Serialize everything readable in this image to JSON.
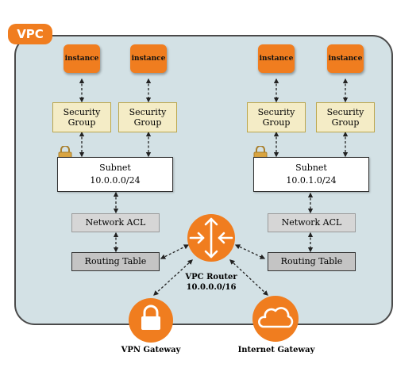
{
  "vpc_label": "VPC",
  "left": {
    "instances": [
      "instance",
      "instance"
    ],
    "security_groups": [
      "Security Group",
      "Security Group"
    ],
    "subnet": {
      "name": "Subnet",
      "cidr": "10.0.0.0/24"
    },
    "network_acl": "Network ACL",
    "routing_table": "Routing Table"
  },
  "right": {
    "instances": [
      "instance",
      "instance"
    ],
    "security_groups": [
      "Security Group",
      "Security Group"
    ],
    "subnet": {
      "name": "Subnet",
      "cidr": "10.0.1.0/24"
    },
    "network_acl": "Network ACL",
    "routing_table": "Routing Table"
  },
  "router": {
    "name": "VPC Router",
    "cidr": "10.0.0.0/16"
  },
  "vpn_gateway": "VPN Gateway",
  "internet_gateway": "Internet Gateway",
  "colors": {
    "orange": "#f07d1f",
    "vpc_bg": "#d3e1e5",
    "sg_fill": "#f4ecc6",
    "lock": "#d9a441"
  }
}
